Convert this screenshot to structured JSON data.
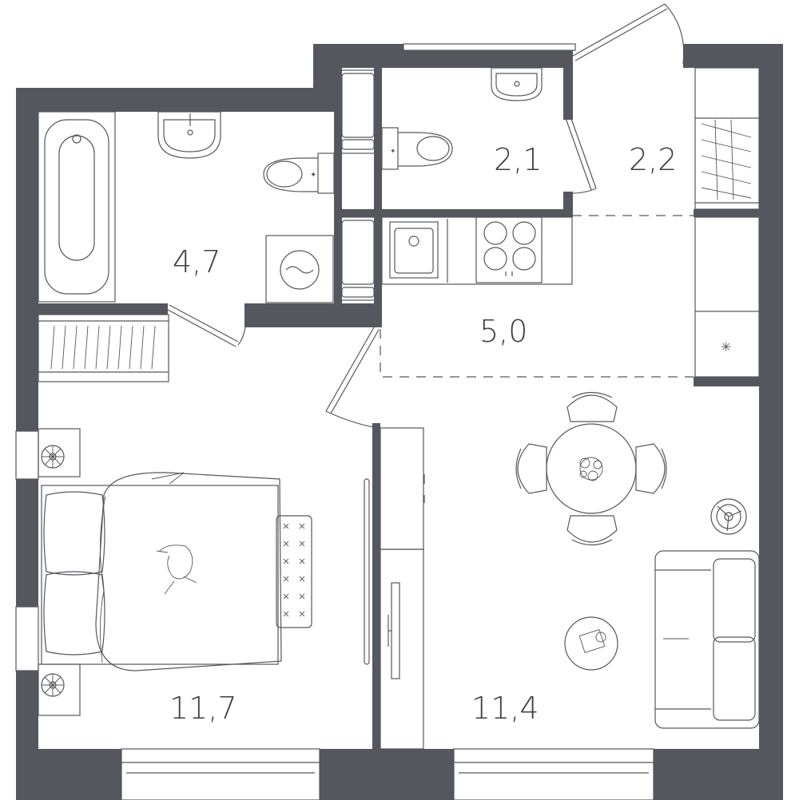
{
  "plan": {
    "rooms": [
      {
        "id": "bathroom",
        "area": "4,7"
      },
      {
        "id": "toilet",
        "area": "2,1"
      },
      {
        "id": "hallway",
        "area": "2,2"
      },
      {
        "id": "kitchen",
        "area": "5,0"
      },
      {
        "id": "bedroom",
        "area": "11,7"
      },
      {
        "id": "living-room",
        "area": "11,4"
      }
    ],
    "colors": {
      "wall": "#55575e",
      "line": "#55575e",
      "background": "#ffffff"
    },
    "icons": [
      "bathtub-icon",
      "sink-icon",
      "toilet-icon",
      "washing-machine-icon",
      "stove-icon",
      "kitchen-sink-icon",
      "dining-table-icon",
      "chair-icon",
      "bed-icon",
      "pillow-icon",
      "wardrobe-icon",
      "sofa-icon",
      "coffee-table-icon",
      "plant-icon",
      "floor-lamp-icon",
      "tv-icon",
      "door-icon",
      "window-icon"
    ]
  }
}
